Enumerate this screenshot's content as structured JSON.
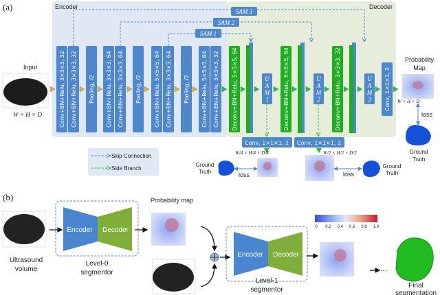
{
  "panel_a": {
    "tag": "(a)",
    "encoder_title": "Encoder",
    "decoder_title": "Decoder",
    "input_label": "Input",
    "input_dims": "W × H × D",
    "encoder_blocks": [
      "Conv+BN+Relu, 3×3×3, 32",
      "Conv+BN+Relu, 3×3×3, 32",
      "Pooling, /2",
      "Conv+BN+Relu, 3×3×3, 64",
      "Conv+BN+Relu, 3×3×3, 64",
      "Pooling, /2",
      "Conv+BN+Relu, 5×5×5, 64",
      "Conv+BN+Relu, 3×3×3, 64",
      "Pooling, /2",
      "Conv+BN+Relu, 5×5×5, 64",
      "Conv+BN+Relu, 3×3×3, 32"
    ],
    "decoder_blocks": [
      "Deconv+BN+Relu, 5×5×5, 64",
      "Deconv+BN+Relu, 5×5×5, 64",
      "Deconv+BN+Relu, 3×3×3, 32"
    ],
    "uam": [
      [
        "U",
        "A",
        "M",
        "1"
      ],
      [
        "U",
        "A",
        "M",
        "2"
      ],
      [
        "U",
        "A",
        "M",
        "3"
      ]
    ],
    "final_conv": "Conv, 1×1×1, 2",
    "sam": [
      "SAM 1",
      "SAM 2",
      "SAM 3"
    ],
    "side_conv": [
      "Conv, 1×1×1, 2",
      "Conv, 1×1×1, 2"
    ],
    "side_dims": [
      "W/4 × H/4 × D/4",
      "W/2 × H/2 × D/2"
    ],
    "prob_map_label": [
      "Probability",
      "Map"
    ],
    "prob_map_dims": "W × H × D",
    "loss": "loss",
    "ground_truth": [
      "Ground",
      "Truth"
    ],
    "legend": {
      "skip": "Skip Connection",
      "side": "Side Branch"
    }
  },
  "panel_b": {
    "tag": "(b)",
    "ultrasound_label": [
      "Ultrasound",
      "volume"
    ],
    "encoder": "Encoder",
    "decoder": "Decoder",
    "level0": [
      "Level-0",
      "segmentor"
    ],
    "level1": [
      "Level-1",
      "segmentor"
    ],
    "prob_map_label": "Probability map",
    "colorbar_ticks": [
      "0",
      "0.2",
      "0.4",
      "0.6",
      "0.8",
      "1.0"
    ],
    "ellipsis": "···",
    "final_label": [
      "Final",
      "segmentation"
    ]
  },
  "colors": {
    "encoder_bg": "#dfe8f4",
    "decoder_bg": "#e6eedb",
    "block_blue": "#4f87cc",
    "block_green": "#1fae1f",
    "seg_encoder": "#4a86cf",
    "seg_decoder": "#7fae3a",
    "skip": "#4f87cc",
    "side": "#2dbd2d"
  }
}
